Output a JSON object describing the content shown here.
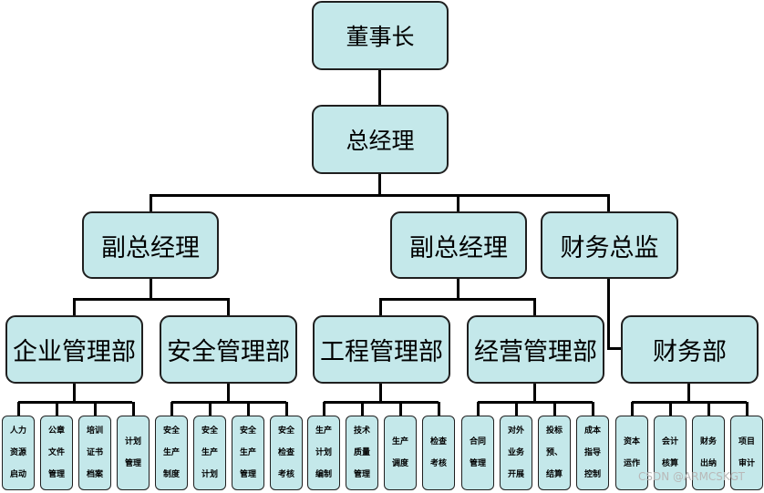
{
  "org": {
    "chairman": "董事长",
    "general_manager": "总经理",
    "vp_left": "副总经理",
    "vp_mid": "副总经理",
    "finance_director": "财务总监",
    "departments": {
      "enterprise": "企业管理部",
      "safety": "安全管理部",
      "engineering": "工程管理部",
      "business": "经营管理部",
      "finance": "财务部"
    },
    "leaves": {
      "enterprise": [
        "人力\n资源\n启动",
        "公章\n文件\n管理",
        "培训\n证书\n档案",
        "计划\n管理"
      ],
      "safety": [
        "安全\n生产\n制度",
        "安全\n生产\n计划",
        "安全\n生产\n管理",
        "安全\n检查\n考核"
      ],
      "engineering": [
        "生产\n计划\n编制",
        "技术\n质量\n管理",
        "生产\n调度",
        "检查\n考核"
      ],
      "business": [
        "合同\n管理",
        "对外\n业务\n开展",
        "投标\n预、\n结算",
        "成本\n指导\n控制"
      ],
      "finance": [
        "资本\n运作",
        "会计\n核算",
        "财务\n出纳",
        "项目\n审计"
      ]
    }
  },
  "watermark": "CSDN @ARMCSKGT"
}
